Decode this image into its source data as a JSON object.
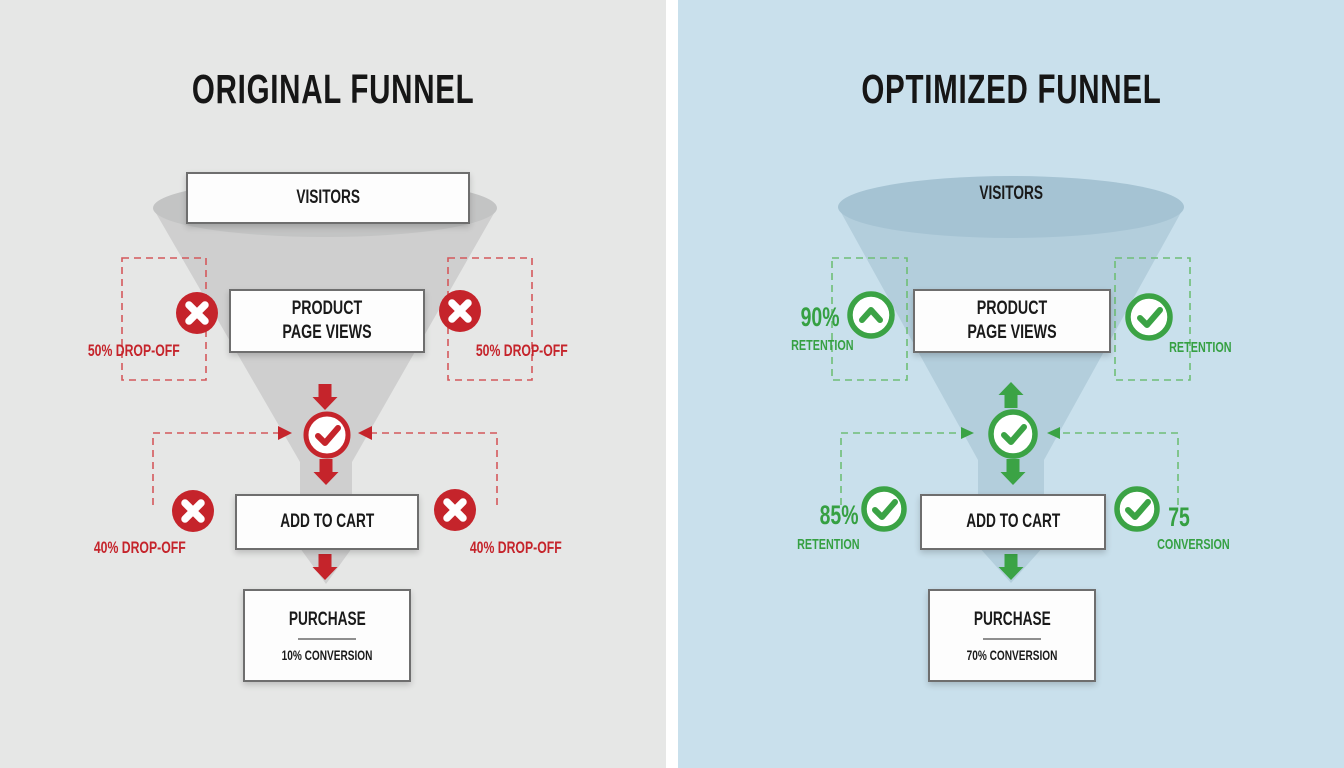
{
  "original": {
    "title": "ORIGINAL FUNNEL",
    "visitors": "VISITORS",
    "product_page_views": "PRODUCT PAGE VIEWS",
    "add_to_cart": "ADD TO CART",
    "purchase": "PURCHASE",
    "purchase_sub": "10% CONVERSION",
    "drop_off_50_left": "50% DROP-OFF",
    "drop_off_50_right": "50% DROP-OFF",
    "drop_off_40_left": "40% DROP-OFF",
    "drop_off_40_right": "40% DROP-OFF"
  },
  "optimized": {
    "title": "OPTIMIZED FUNNEL",
    "visitors": "VISITORS",
    "product_page_views": "PRODUCT PAGE VIEWS",
    "add_to_cart": "ADD TO CART",
    "purchase": "PURCHASE",
    "purchase_sub": "70% CONVERSION",
    "retention_90_value": "90%",
    "retention_90_label": "RETENTION",
    "retention_right_label": "RETENTION",
    "retention_85_value": "85%",
    "retention_85_label": "RETENTION",
    "conversion_75_value": "75",
    "conversion_75_label": "CONVERSION"
  },
  "colors": {
    "negative_red": "#C5242B",
    "negative_dash": "#D4595C",
    "positive_green": "#3BA345",
    "positive_dash": "#6FBE76",
    "left_panel_bg": "#E6E7E6",
    "right_panel_bg": "#C9E0EC",
    "left_funnel": "#CFCFCF",
    "left_funnel_ellipse": "#C3C4C4",
    "right_funnel": "#B3CEDC",
    "right_funnel_ellipse": "#A5C3D3"
  },
  "icons": {
    "negative": "x-circle-icon",
    "positive_check": "check-circle-icon",
    "positive_trend": "chevron-up-circle-icon"
  }
}
